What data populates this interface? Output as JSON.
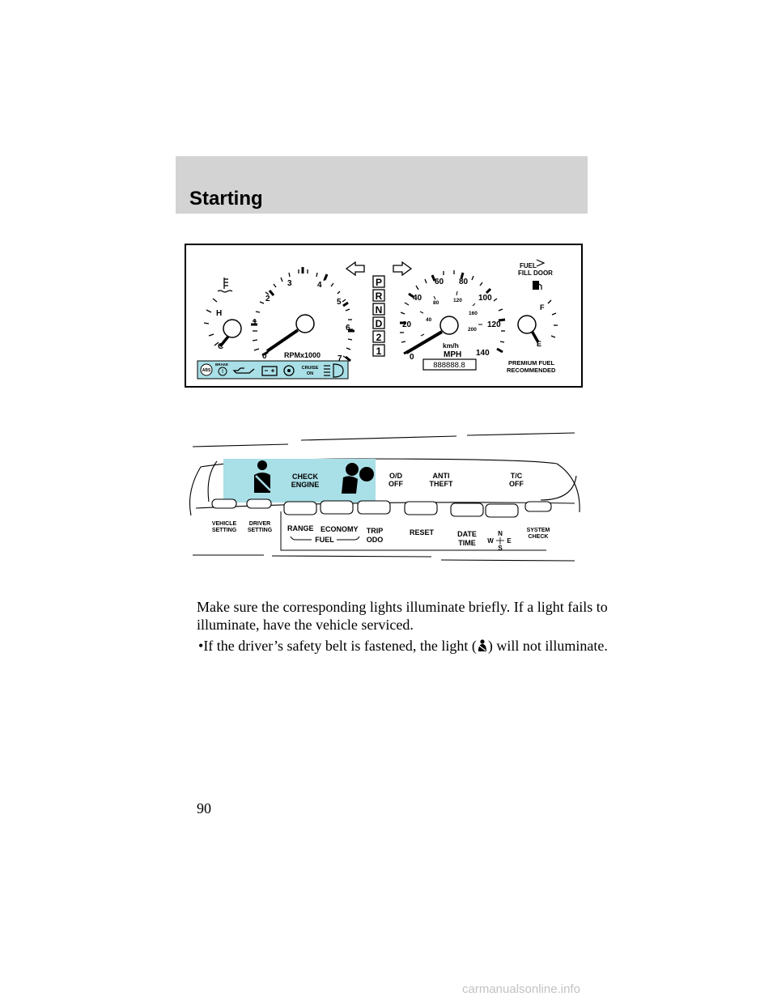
{
  "header": {
    "title": "Starting"
  },
  "cluster": {
    "temp": {
      "hot": "H",
      "cold": "C"
    },
    "tach": {
      "ticks": [
        "0",
        "1",
        "2",
        "3",
        "4",
        "5",
        "6",
        "7"
      ],
      "label": "RPMx1000"
    },
    "prnd": [
      "P",
      "R",
      "N",
      "D",
      "2",
      "1"
    ],
    "speedo": {
      "mph_ticks": [
        "0",
        "20",
        "40",
        "60",
        "80",
        "100",
        "120",
        "140"
      ],
      "kmh_ticks": [
        "40",
        "80",
        "120",
        "160",
        "200"
      ],
      "kmh_label": "km/h",
      "mph_label": "MPH",
      "odometer": "888888.8"
    },
    "fuel": {
      "door_line1": "FUEL",
      "door_line2": "FILL DOOR",
      "full": "F",
      "empty": "E",
      "premium_line1": "PREMIUM FUEL",
      "premium_line2": "RECOMMENDED"
    },
    "warning_strip": {
      "abs": "ABS",
      "brake": "BRAKE",
      "cruise_line1": "CRUISE",
      "cruise_line2": "ON"
    }
  },
  "message_center": {
    "indicators": {
      "check_line1": "CHECK",
      "check_line2": "ENGINE",
      "od_line1": "O/D",
      "od_line2": "OFF",
      "anti_line1": "ANTI",
      "anti_line2": "THEFT",
      "tc_line1": "T/C",
      "tc_line2": "OFF"
    },
    "buttons": {
      "vehicle_line1": "VEHICLE",
      "vehicle_line2": "SETTING",
      "driver_line1": "DRIVER",
      "driver_line2": "SETTING",
      "range": "RANGE",
      "economy": "ECONOMY",
      "fuel": "FUEL",
      "trip": "TRIP",
      "odo": "ODO",
      "reset": "RESET",
      "date": "DATE",
      "time": "TIME",
      "n": "N",
      "s": "S",
      "w": "W",
      "e": "E",
      "system_line1": "SYSTEM",
      "system_line2": "CHECK"
    }
  },
  "body": {
    "para_line1": "Make sure the corresponding lights illuminate briefly. If a light fails to",
    "para_line2": "illuminate, have the vehicle serviced.",
    "bullet_pre": "If the driver’s safety belt is fastened, the light (",
    "bullet_post": ") will not illuminate."
  },
  "page_number": "90",
  "watermark": "carmanualsonline.info",
  "colors": {
    "header_bg": "#d3d3d3",
    "indicator_cyan": "#a9dfe6",
    "watermark": "#c2c2c2"
  }
}
